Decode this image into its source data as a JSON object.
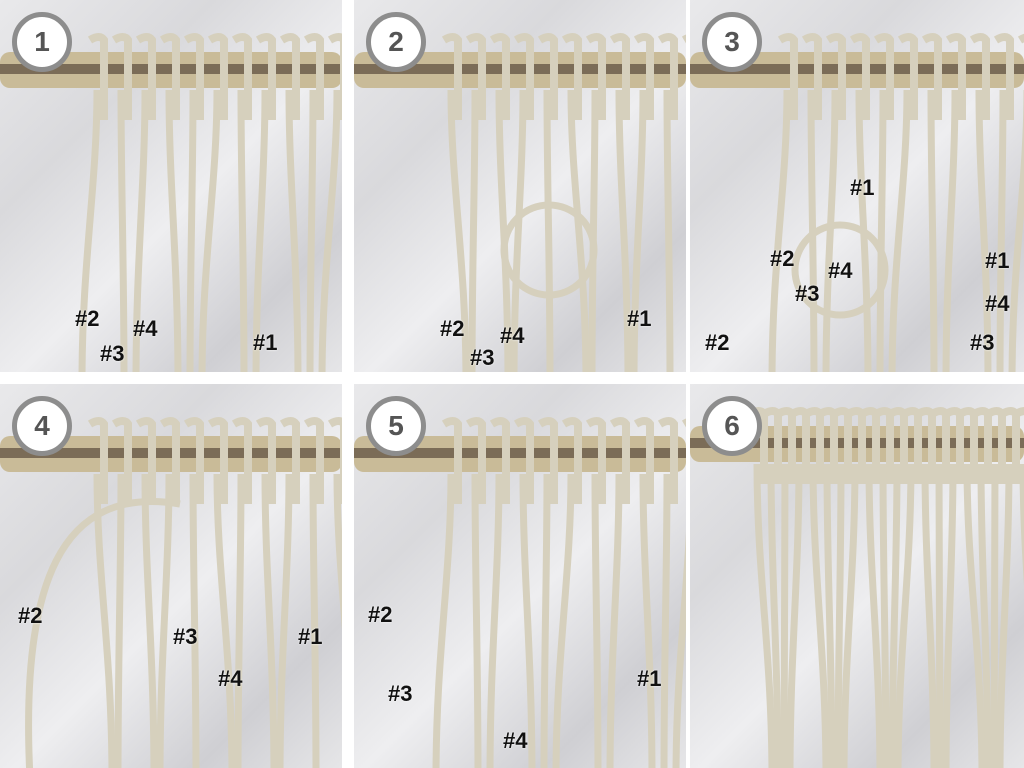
{
  "steps": [
    {
      "number": "1",
      "labels": [
        "#2",
        "#3",
        "#4",
        "#1"
      ]
    },
    {
      "number": "2",
      "labels": [
        "#2",
        "#3",
        "#4",
        "#1"
      ]
    },
    {
      "number": "3",
      "labels": [
        "#1",
        "#2",
        "#4",
        "#3",
        "#2",
        "#1",
        "#4",
        "#3"
      ]
    },
    {
      "number": "4",
      "labels": [
        "#2",
        "#3",
        "#1",
        "#4"
      ]
    },
    {
      "number": "5",
      "labels": [
        "#2",
        "#3",
        "#1",
        "#4"
      ]
    },
    {
      "number": "6",
      "labels": []
    }
  ],
  "colors": {
    "cord": "#d6d0bd",
    "dowel": "#c9bb98",
    "badge_border": "#8d8d8d"
  }
}
